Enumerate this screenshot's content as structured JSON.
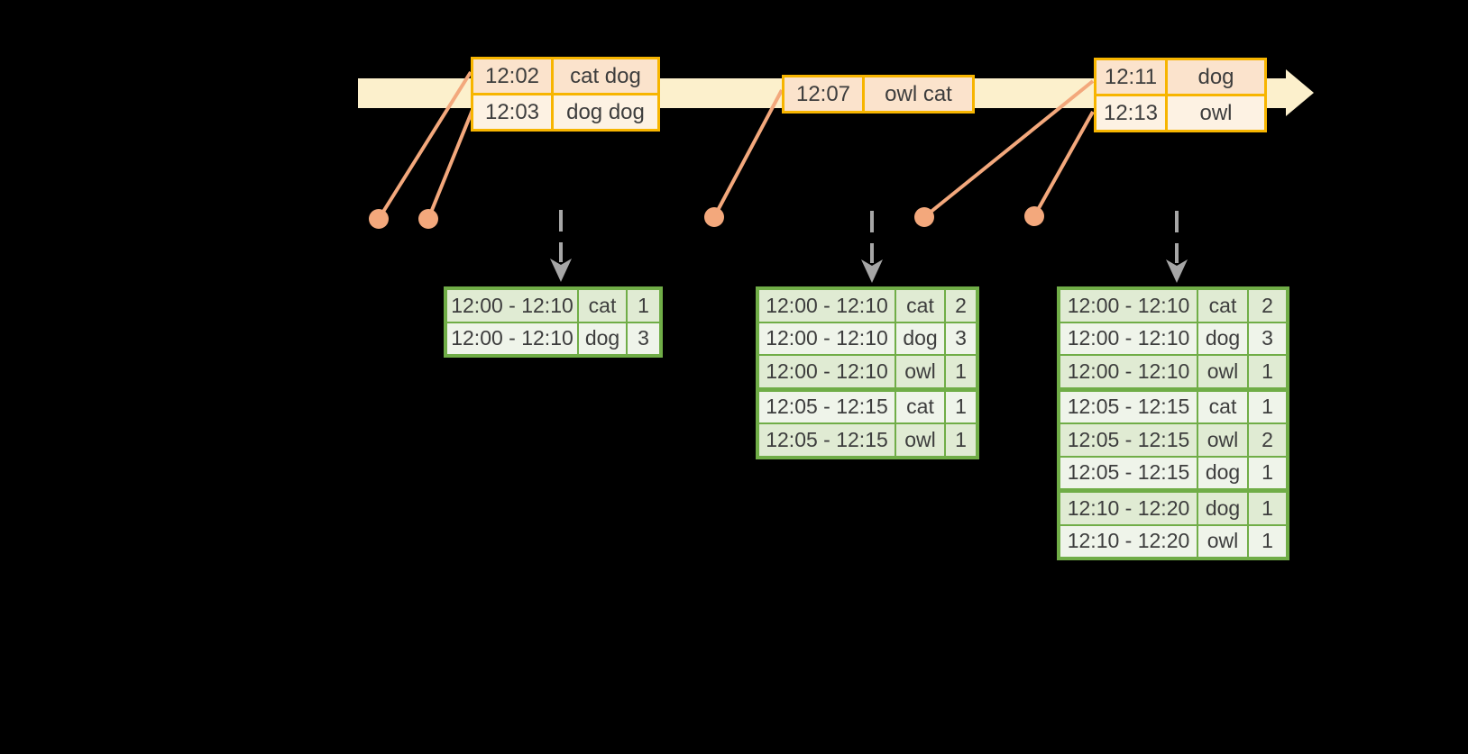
{
  "colors": {
    "background": "#000000",
    "timeline_band": "#fcf0cc",
    "event_border": "#f7b500",
    "event_row_dark": "#fbe3cc",
    "event_row_light": "#fdf2e3",
    "connector": "#f3a87c",
    "trigger_arrow": "#a6a6a6",
    "result_border": "#70ad47",
    "result_row_dark": "#e0ebd3",
    "result_row_light": "#eff4ea",
    "text": "#3d3d3d"
  },
  "timeline": {
    "event_tables": [
      {
        "rows": [
          {
            "time": "12:02",
            "words": "cat dog"
          },
          {
            "time": "12:03",
            "words": "dog dog"
          }
        ]
      },
      {
        "rows": [
          {
            "time": "12:07",
            "words": "owl cat"
          }
        ]
      },
      {
        "rows": [
          {
            "time": "12:11",
            "words": "dog"
          },
          {
            "time": "12:13",
            "words": "owl"
          }
        ]
      }
    ]
  },
  "result_tables": [
    {
      "rows": [
        {
          "window": "12:00 - 12:10",
          "word": "cat",
          "count": "1"
        },
        {
          "window": "12:00 - 12:10",
          "word": "dog",
          "count": "3"
        }
      ]
    },
    {
      "rows": [
        {
          "window": "12:00 - 12:10",
          "word": "cat",
          "count": "2"
        },
        {
          "window": "12:00 - 12:10",
          "word": "dog",
          "count": "3"
        },
        {
          "window": "12:00 - 12:10",
          "word": "owl",
          "count": "1"
        },
        {
          "window": "12:05 - 12:15",
          "word": "cat",
          "count": "1"
        },
        {
          "window": "12:05 - 12:15",
          "word": "owl",
          "count": "1"
        }
      ]
    },
    {
      "rows": [
        {
          "window": "12:00 - 12:10",
          "word": "cat",
          "count": "2"
        },
        {
          "window": "12:00 - 12:10",
          "word": "dog",
          "count": "3"
        },
        {
          "window": "12:00 - 12:10",
          "word": "owl",
          "count": "1"
        },
        {
          "window": "12:05 - 12:15",
          "word": "cat",
          "count": "1"
        },
        {
          "window": "12:05 - 12:15",
          "word": "owl",
          "count": "2"
        },
        {
          "window": "12:05 - 12:15",
          "word": "dog",
          "count": "1"
        },
        {
          "window": "12:10 - 12:20",
          "word": "dog",
          "count": "1"
        },
        {
          "window": "12:10 - 12:20",
          "word": "owl",
          "count": "1"
        }
      ]
    }
  ]
}
